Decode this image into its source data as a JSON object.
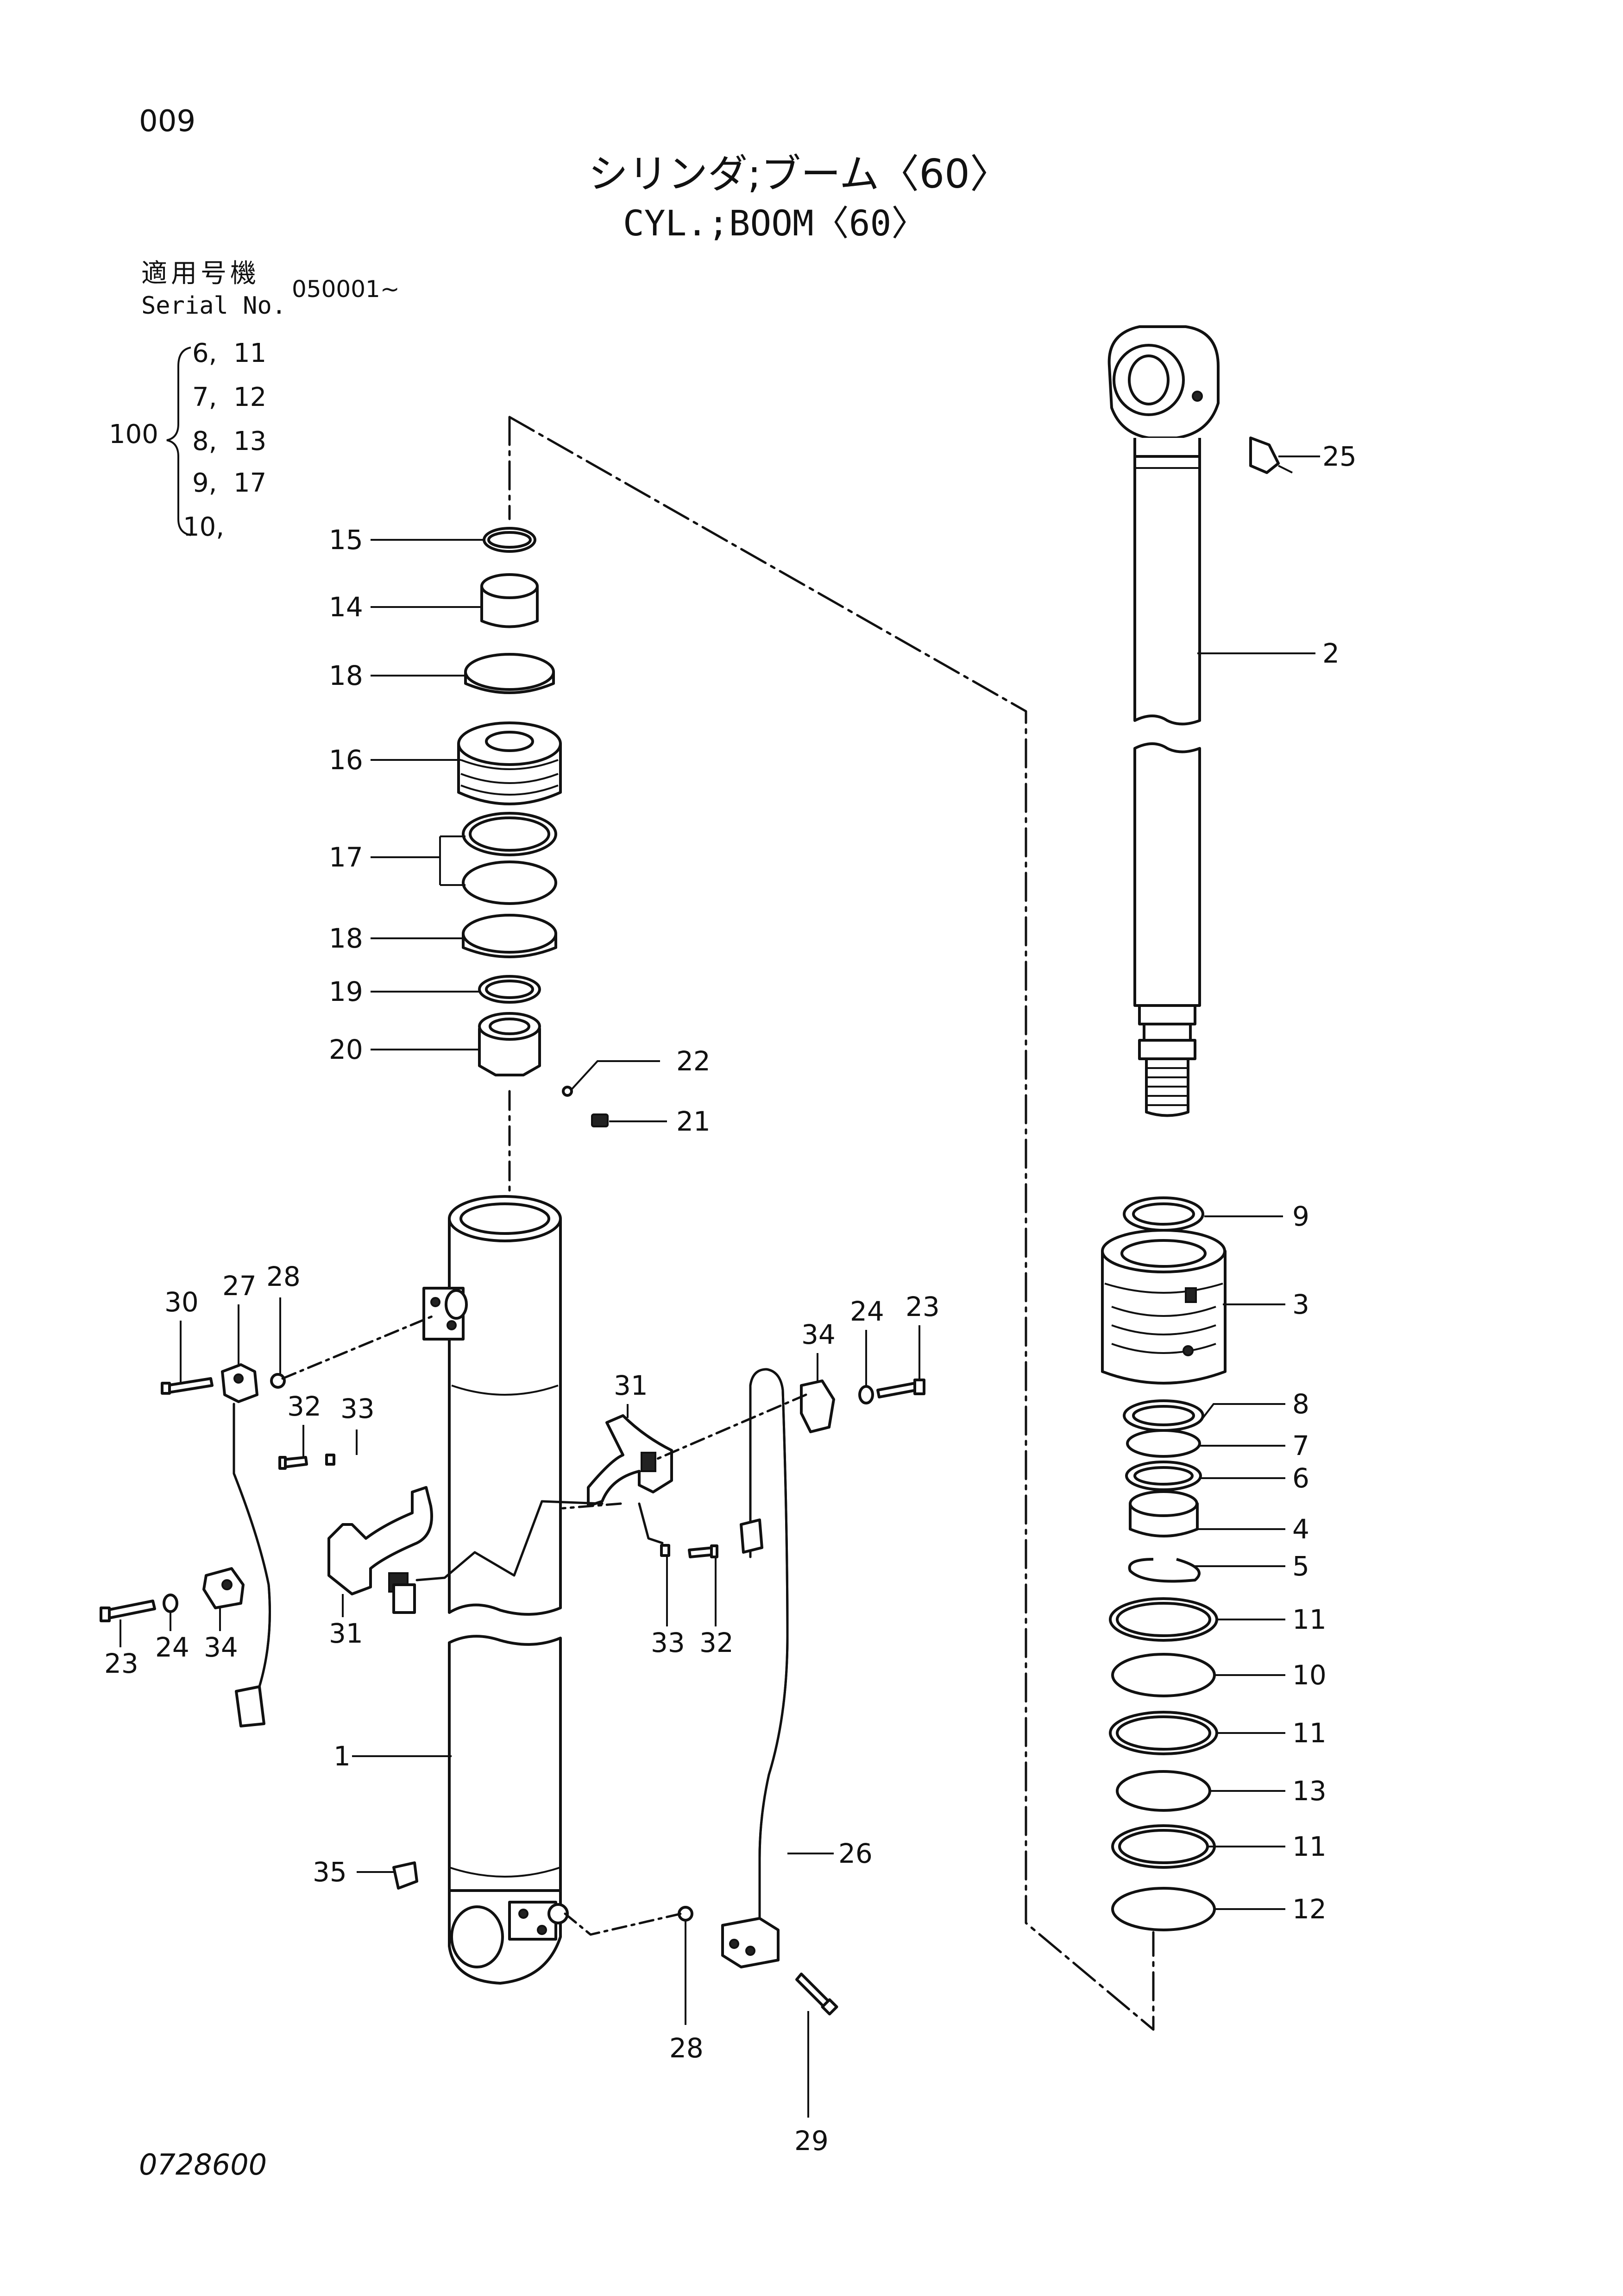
{
  "sheet": {
    "page_no": "009",
    "title_jp": "シリンダ;ブーム〈60〉",
    "title_en": "CYL.;BOOM〈60〉",
    "serial_label_jp": "適用号機",
    "serial_label_en": "Serial No.",
    "serial_value": "050001~",
    "drawing_no": "0728600"
  },
  "kit": {
    "number": "100",
    "rows": [
      "6,  11",
      "7,  12",
      "8,  13",
      "9,  17",
      "10,"
    ]
  },
  "callouts": [
    {
      "id": "c25",
      "text": "25"
    },
    {
      "id": "c2",
      "text": "2"
    },
    {
      "id": "c15",
      "text": "15"
    },
    {
      "id": "c14",
      "text": "14"
    },
    {
      "id": "c18a",
      "text": "18"
    },
    {
      "id": "c16",
      "text": "16"
    },
    {
      "id": "c17",
      "text": "17"
    },
    {
      "id": "c18b",
      "text": "18"
    },
    {
      "id": "c19",
      "text": "19"
    },
    {
      "id": "c20",
      "text": "20"
    },
    {
      "id": "c22",
      "text": "22"
    },
    {
      "id": "c21",
      "text": "21"
    },
    {
      "id": "c9",
      "text": "9"
    },
    {
      "id": "c3",
      "text": "3"
    },
    {
      "id": "c8",
      "text": "8"
    },
    {
      "id": "c7",
      "text": "7"
    },
    {
      "id": "c6",
      "text": "6"
    },
    {
      "id": "c4",
      "text": "4"
    },
    {
      "id": "c5",
      "text": "5"
    },
    {
      "id": "c11a",
      "text": "11"
    },
    {
      "id": "c10",
      "text": "10"
    },
    {
      "id": "c11b",
      "text": "11"
    },
    {
      "id": "c13",
      "text": "13"
    },
    {
      "id": "c11c",
      "text": "11"
    },
    {
      "id": "c12",
      "text": "12"
    },
    {
      "id": "c30",
      "text": "30"
    },
    {
      "id": "c27",
      "text": "27"
    },
    {
      "id": "c28a",
      "text": "28"
    },
    {
      "id": "c32a",
      "text": "32"
    },
    {
      "id": "c33a",
      "text": "33"
    },
    {
      "id": "c31a",
      "text": "31"
    },
    {
      "id": "c23a",
      "text": "23"
    },
    {
      "id": "c24a",
      "text": "24"
    },
    {
      "id": "c34a",
      "text": "34"
    },
    {
      "id": "c34b",
      "text": "34"
    },
    {
      "id": "c24b",
      "text": "24"
    },
    {
      "id": "c23b",
      "text": "23"
    },
    {
      "id": "c31b",
      "text": "31"
    },
    {
      "id": "c33b",
      "text": "33"
    },
    {
      "id": "c32b",
      "text": "32"
    },
    {
      "id": "c1",
      "text": "1"
    },
    {
      "id": "c35",
      "text": "35"
    },
    {
      "id": "c26",
      "text": "26"
    },
    {
      "id": "c28b",
      "text": "28"
    },
    {
      "id": "c29",
      "text": "29"
    }
  ]
}
